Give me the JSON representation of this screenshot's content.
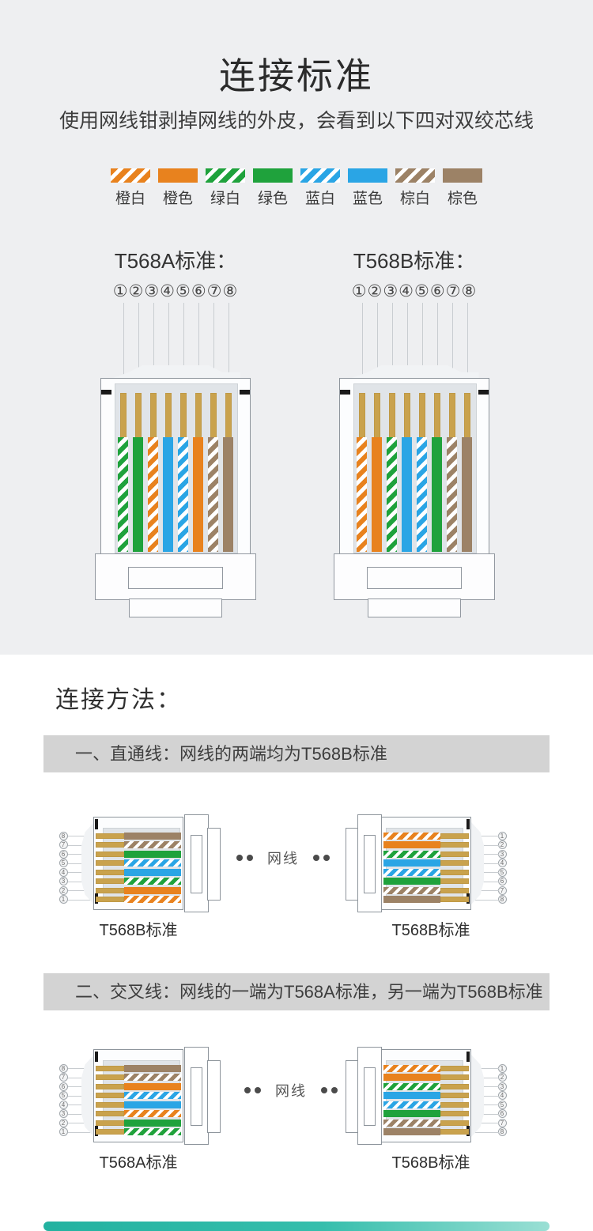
{
  "page": {
    "title": "连接标准",
    "subtitle": "使用网线钳剥掉网线的外皮，会看到以下四对双绞芯线",
    "method_heading": "连接方法："
  },
  "colors": {
    "orange": "#e8821e",
    "green": "#1fa23c",
    "blue": "#2aa5e5",
    "brown": "#9c8266",
    "pin_gold": "#c9a24d",
    "pin_gold_edge": "#ab8738",
    "section_bg": "#eeeff1",
    "banner_bg": "#d3d3d3",
    "accent_teal": "#2bb3a4"
  },
  "legend": [
    {
      "label": "橙白",
      "wire": "orange-white"
    },
    {
      "label": "橙色",
      "wire": "orange"
    },
    {
      "label": "绿白",
      "wire": "green-white"
    },
    {
      "label": "绿色",
      "wire": "green"
    },
    {
      "label": "蓝白",
      "wire": "blue-white"
    },
    {
      "label": "蓝色",
      "wire": "blue"
    },
    {
      "label": "棕白",
      "wire": "brown-white"
    },
    {
      "label": "棕色",
      "wire": "brown"
    }
  ],
  "circled_numbers": [
    "①",
    "②",
    "③",
    "④",
    "⑤",
    "⑥",
    "⑦",
    "⑧"
  ],
  "standards": {
    "t568a": {
      "title": "T568A标准：",
      "wires": [
        "green-white",
        "green",
        "orange-white",
        "blue",
        "blue-white",
        "orange",
        "brown-white",
        "brown"
      ]
    },
    "t568b": {
      "title": "T568B标准：",
      "wires": [
        "orange-white",
        "orange",
        "green-white",
        "blue",
        "blue-white",
        "green",
        "brown-white",
        "brown"
      ]
    }
  },
  "method": {
    "straight": {
      "banner": "一、直通线：网线的两端均为T568B标准",
      "cable_text": "网线",
      "left": {
        "label": "T568B标准",
        "numbers": [
          8,
          7,
          6,
          5,
          4,
          3,
          2,
          1
        ],
        "wires": [
          "brown",
          "brown-white",
          "green",
          "blue-white",
          "blue",
          "green-white",
          "orange",
          "orange-white"
        ]
      },
      "right": {
        "label": "T568B标准",
        "numbers": [
          1,
          2,
          3,
          4,
          5,
          6,
          7,
          8
        ],
        "wires": [
          "orange-white",
          "orange",
          "green-white",
          "blue",
          "blue-white",
          "green",
          "brown-white",
          "brown"
        ]
      }
    },
    "cross": {
      "banner": "二、交叉线：网线的一端为T568A标准，另一端为T568B标准",
      "cable_text": "网线",
      "left": {
        "label": "T568A标准",
        "numbers": [
          8,
          7,
          6,
          5,
          4,
          3,
          2,
          1
        ],
        "wires": [
          "brown",
          "brown-white",
          "orange",
          "blue-white",
          "blue",
          "orange-white",
          "green",
          "green-white"
        ]
      },
      "right": {
        "label": "T568B标准",
        "numbers": [
          1,
          2,
          3,
          4,
          5,
          6,
          7,
          8
        ],
        "wires": [
          "orange-white",
          "orange",
          "green-white",
          "blue",
          "blue-white",
          "green",
          "brown-white",
          "brown"
        ]
      }
    }
  }
}
